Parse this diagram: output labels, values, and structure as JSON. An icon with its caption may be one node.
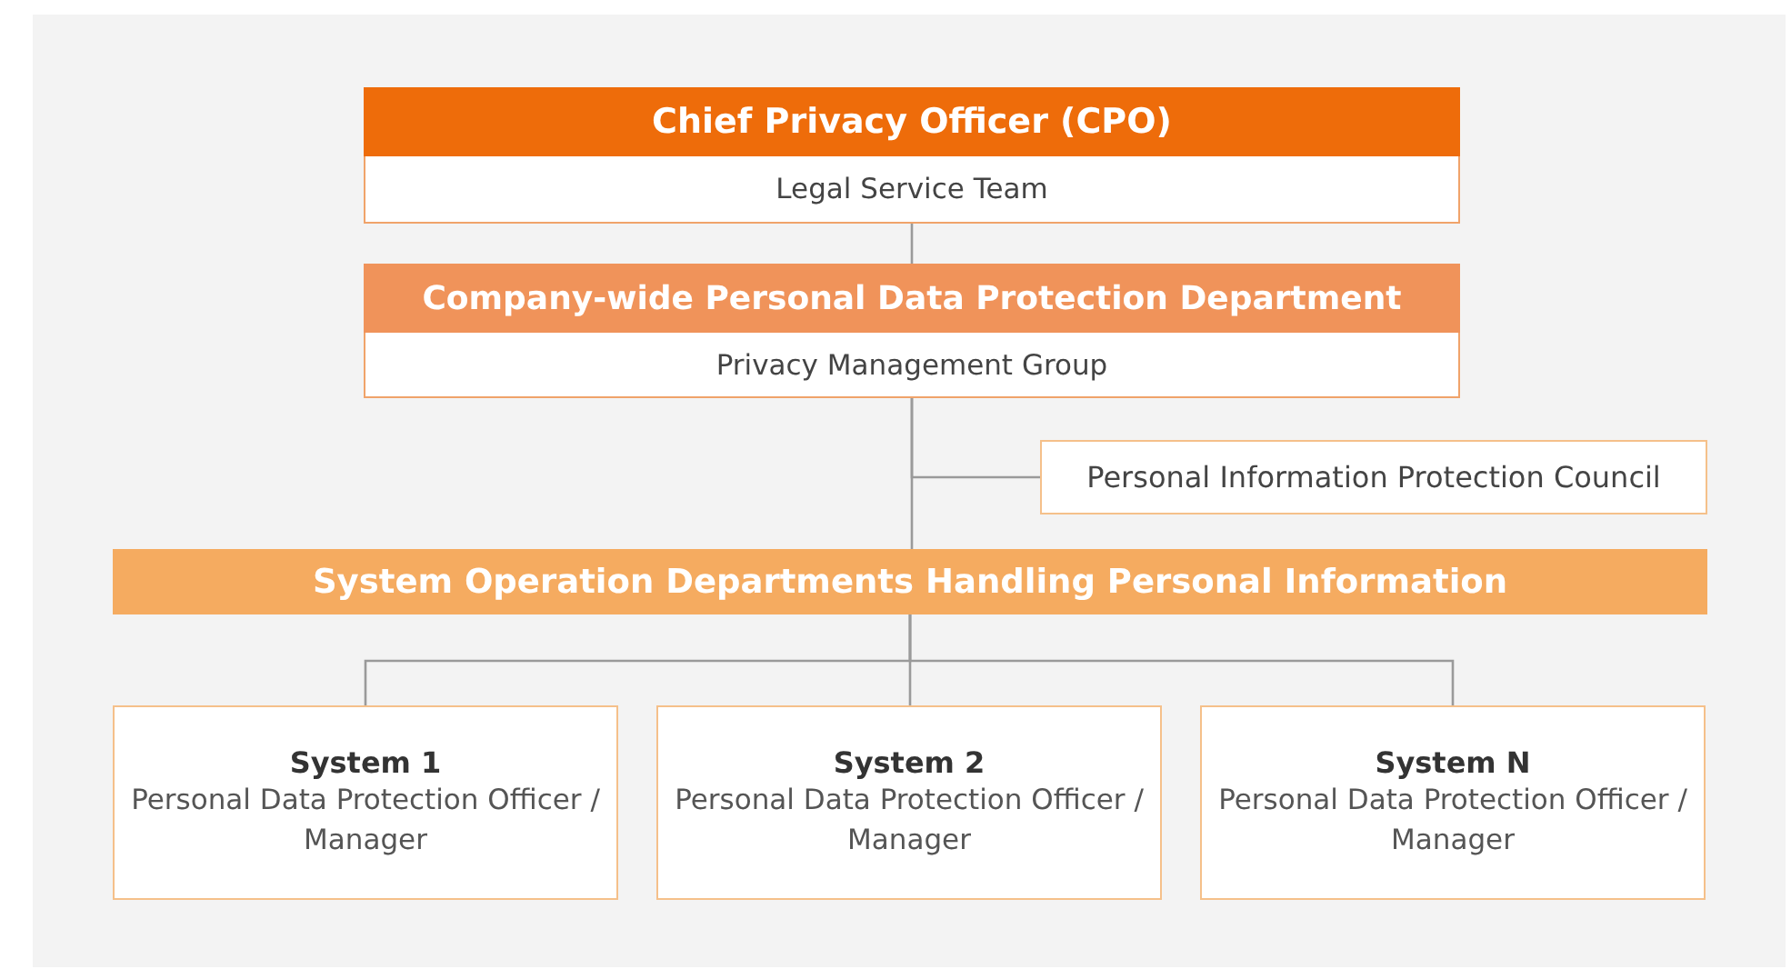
{
  "diagram": {
    "nodes": [
      {
        "text": [
          "Chief Privacy Officer (CPO)",
          "Legal Service Team"
        ]
      },
      {
        "text": [
          "Company-wide Personal Data Protection Department",
          "Privacy Management Group"
        ]
      },
      {
        "text": [
          "Personal Information Protection Council"
        ]
      },
      {
        "text": [
          "System Operation Departments Handling Personal Information"
        ]
      },
      {
        "text": [
          "System 1",
          "Personal Data Protection Officer / Manager"
        ]
      },
      {
        "text": [
          "System 2",
          "Personal Data Protection Officer / Manager"
        ]
      },
      {
        "text": [
          "System N",
          "Personal Data Protection Officer / Manager"
        ]
      }
    ],
    "edges": [
      {
        "from": 0,
        "to": 1,
        "arrow": "none"
      },
      {
        "from": 1,
        "to": 2,
        "arrow": "none"
      },
      {
        "from": 1,
        "to": 3,
        "arrow": "none"
      },
      {
        "from": 3,
        "to": 4,
        "arrow": "none"
      },
      {
        "from": 3,
        "to": 5,
        "arrow": "none"
      },
      {
        "from": 3,
        "to": 6,
        "arrow": "none"
      }
    ]
  }
}
